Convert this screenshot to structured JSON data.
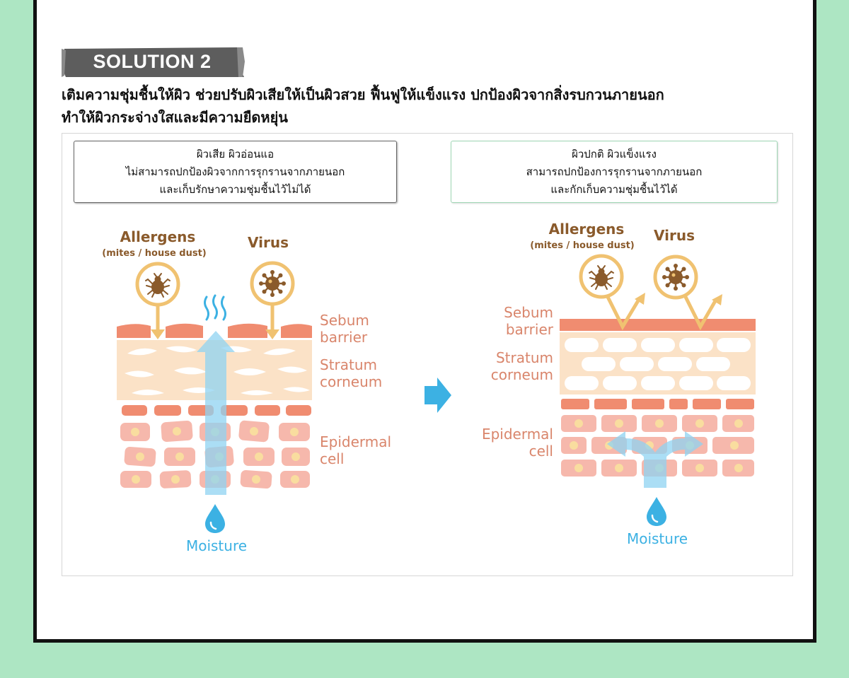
{
  "colors": {
    "page_background": "#ade6c3",
    "sebum": "#f08c70",
    "stratum": "#fbe2c7",
    "epidermal_cell": "#f6b8ac",
    "cell_nucleus": "#f9dd9f",
    "label_text": "#d9856b",
    "moisture": "#3cb1e3",
    "pathogen": "#f0c271",
    "pathogen_body": "#8a5a2b"
  },
  "header": {
    "badge": "SOLUTION 2",
    "description_line1": "เติมความชุ่มชื้นให้ผิว ช่วยปรับผิวเสียให้เป็นผิวสวย ฟื้นฟูให้แข็งแรง ปกป้องผิวจากสิ่งรบกวนภายนอก",
    "description_line2": "ทำให้ผิวกระจ่างใสและมีความยืดหยุ่น"
  },
  "left_panel": {
    "caption_line1": "ผิวเสีย ผิวอ่อนแอ",
    "caption_line2": "ไม่สามารถปกป้องผิวจากการรุกรานจากภายนอก",
    "caption_line3": "และเก็บรักษาความชุ่มชื้นไว้ไม่ได้",
    "allergens": "Allergens",
    "allergens_sub": "(mites / house dust)",
    "virus": "Virus",
    "sebum1": "Sebum",
    "sebum2": "barrier",
    "stratum1": "Stratum",
    "stratum2": "corneum",
    "epi1": "Epidermal",
    "epi2": "cell",
    "moisture": "Moisture"
  },
  "right_panel": {
    "caption_line1": "ผิวปกติ ผิวแข็งแรง",
    "caption_line2": "สามารถปกป้องการรุกรานจากภายนอก",
    "caption_line3": "และกักเก็บความชุ่มชื้นไว้ได้",
    "allergens": "Allergens",
    "allergens_sub": "(mites / house dust)",
    "virus": "Virus",
    "sebum1": "Sebum",
    "sebum2": "barrier",
    "stratum1": "Stratum",
    "stratum2": "corneum",
    "epi1": "Epidermal",
    "epi2": "cell",
    "moisture": "Moisture"
  },
  "icons": {
    "mite": "mite-icon",
    "virus": "virus-icon",
    "droplet": "water-droplet-icon",
    "arrow": "right-arrow-icon"
  }
}
